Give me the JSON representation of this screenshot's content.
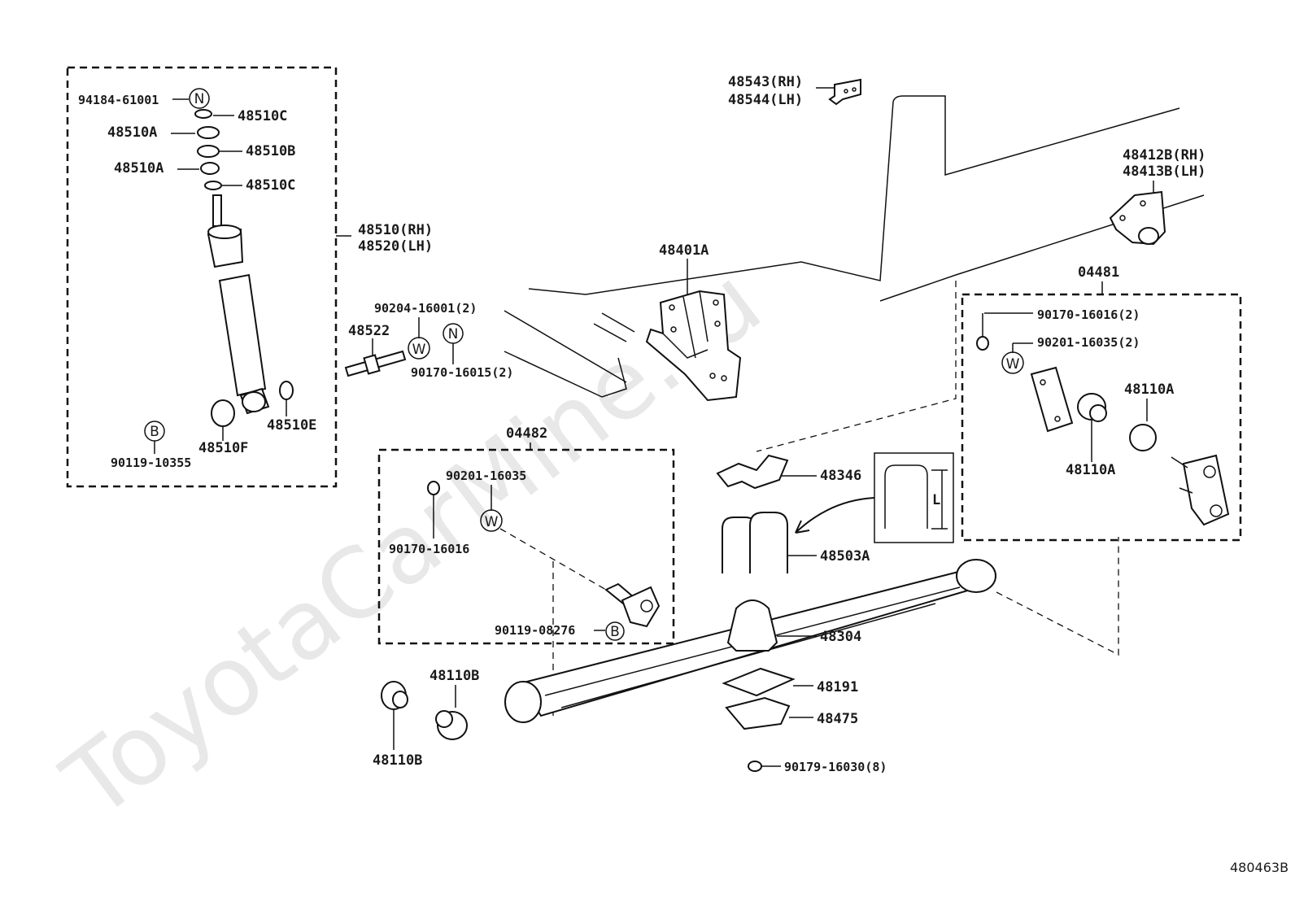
{
  "figure_id": "480463B",
  "watermark": "ToyotaCarMine.ru",
  "kit_groups": {
    "shock_absorber": {
      "labels": [
        "48510(RH)",
        "48520(LH)"
      ]
    },
    "kit_04482": "04482",
    "kit_04481": "04481"
  },
  "parts": {
    "p94184": "94184-61001",
    "p48510C_top": "48510C",
    "p48510A_top": "48510A",
    "p48510B": "48510B",
    "p48510A_mid": "48510A",
    "p48510C_mid": "48510C",
    "p48510RH": "48510(RH)",
    "p48520LH": "48520(LH)",
    "p90119_10355": "90119-10355",
    "p48510F": "48510F",
    "p48510E": "48510E",
    "p48522": "48522",
    "p90204": "90204-16001(2)",
    "p90170_16015": "90170-16015(2)",
    "p48543": "48543(RH)",
    "p48544": "48544(LH)",
    "p48401A": "48401A",
    "p48412B": "48412B(RH)",
    "p48413B": "48413B(LH)",
    "p04481": "04481",
    "p90170_16016_2": "90170-16016(2)",
    "p90201_16035_2": "90201-16035(2)",
    "p48110A_top": "48110A",
    "p48110A_bot": "48110A",
    "p04482": "04482",
    "p90201_16035": "90201-16035",
    "p90170_16016": "90170-16016",
    "p90119_08276": "90119-08276",
    "p48346": "48346",
    "p48503A": "48503A",
    "p48304": "48304",
    "p48191": "48191",
    "p48475": "48475",
    "p90179": "90179-16030(8)",
    "p48110B_top": "48110B",
    "p48110B_bot": "48110B",
    "dim_L": "L"
  },
  "symbols": {
    "N1": "N",
    "N2": "N",
    "B1": "B",
    "B2": "B",
    "W1": "W",
    "W2": "W",
    "W3": "W"
  }
}
